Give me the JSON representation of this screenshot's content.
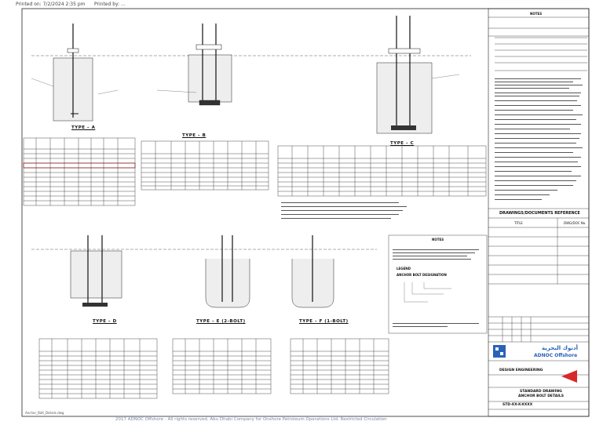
{
  "header": {
    "printed_on": "Printed on: 7/2/2024 2:35 pm",
    "printed_by": "Printed by: ..."
  },
  "drawing_labels": {
    "type_a": "TYPE – A",
    "type_b": "TYPE – B",
    "type_c": "TYPE – C",
    "type_d": "TYPE – D",
    "type_e": "TYPE – E (2-BOLT)",
    "type_f": "TYPE – F (1-BOLT)"
  },
  "notes_panel": {
    "title": "NOTES",
    "drawings_title": "DRAWINGS/DOCUMENTS REFERENCE",
    "col_title": "TITLE",
    "col_dwg": "DWG/DOC No."
  },
  "legend_box": {
    "notes_title": "NOTES",
    "legend_title": "LEGEND",
    "anchor_title": "ANCHOR BOLT DESIGNATION"
  },
  "title_block": {
    "company_ar": "أدنوك البحرية",
    "company_en": "ADNOC Offshore",
    "dept": "DESIGN ENGINEERING",
    "sheet_title_1": "STANDARD DRAWING",
    "sheet_title_2": "ANCHOR BOLT DETAILS",
    "dwg_no": "STD-XX-X-XXXX"
  },
  "footer": {
    "text": "2017 ADNOC Offshore - All rights reserved. Abu Dhabi Company for Onshore Petroleum Operations Ltd. Restricted Circulation"
  },
  "bottom_left": "Anchor_Bolt_Details.dwg"
}
